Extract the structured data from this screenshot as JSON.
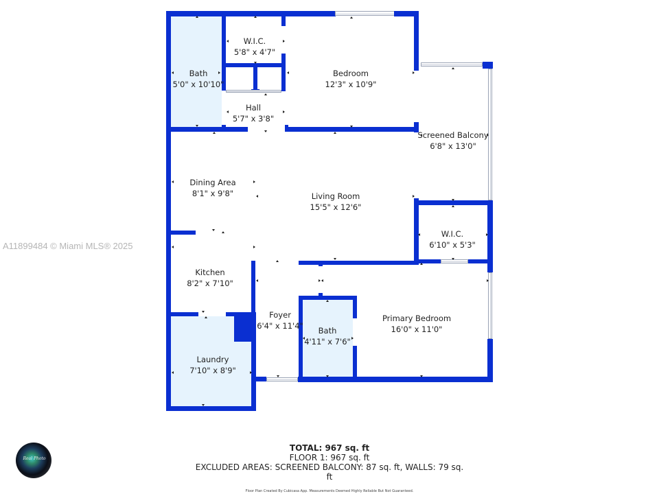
{
  "watermark": "A11899484 © Miami MLS® 2025",
  "colors": {
    "wall": "#0a2fd1",
    "wet_room_fill": "#e6f3fd",
    "background": "#ffffff",
    "text": "#222222",
    "watermark": "#b5b5b5"
  },
  "rooms": [
    {
      "id": "bath-1",
      "name": "Bath",
      "dims": "5'0\" x 10'10\""
    },
    {
      "id": "wic-1",
      "name": "W.I.C.",
      "dims": "5'8\" x 4'7\""
    },
    {
      "id": "hall",
      "name": "Hall",
      "dims": "5'7\" x 3'8\""
    },
    {
      "id": "bedroom",
      "name": "Bedroom",
      "dims": "12'3\" x 10'9\""
    },
    {
      "id": "screened-balcony",
      "name": "Screened Balcony",
      "dims": "6'8\" x 13'0\""
    },
    {
      "id": "dining-area",
      "name": "Dining Area",
      "dims": "8'1\" x 9'8\""
    },
    {
      "id": "living-room",
      "name": "Living Room",
      "dims": "15'5\" x 12'6\""
    },
    {
      "id": "wic-2",
      "name": "W.I.C.",
      "dims": "6'10\" x 5'3\""
    },
    {
      "id": "kitchen",
      "name": "Kitchen",
      "dims": "8'2\" x 7'10\""
    },
    {
      "id": "foyer",
      "name": "Foyer",
      "dims": "6'4\" x 11'4\""
    },
    {
      "id": "bath-2",
      "name": "Bath",
      "dims": "4'11\" x 7'6\""
    },
    {
      "id": "primary-bedroom",
      "name": "Primary Bedroom",
      "dims": "16'0\" x 11'0\""
    },
    {
      "id": "laundry",
      "name": "Laundry",
      "dims": "7'10\" x 8'9\""
    }
  ],
  "summary": {
    "total": "TOTAL: 967 sq. ft",
    "floor": "FLOOR 1: 967 sq. ft",
    "excluded": "EXCLUDED AREAS: SCREENED BALCONY: 87 sq. ft, WALLS: 79 sq. ft",
    "disclaimer": "Floor Plan Created By Cubicasa App. Measurements Deemed Highly Reliable But Not Guaranteed."
  },
  "logo": {
    "icon": "camera-lens-icon",
    "text": "Real Photo"
  }
}
